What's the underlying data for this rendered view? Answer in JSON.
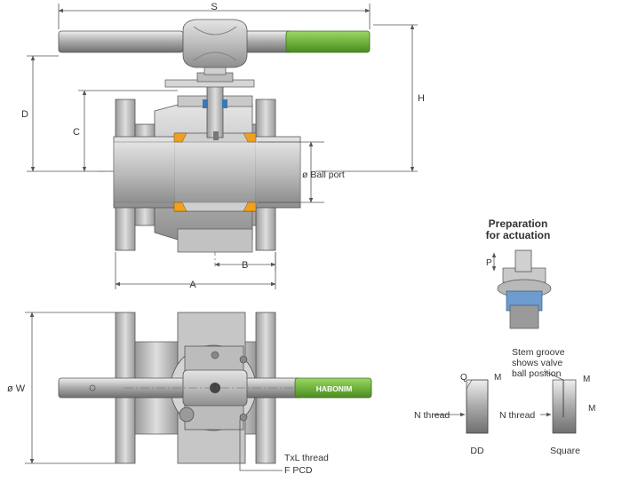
{
  "dimensions": {
    "s": "S",
    "h": "H",
    "d": "D",
    "c": "C",
    "a": "A",
    "b": "B",
    "w": "ø W",
    "ball_port": "ø Ball port"
  },
  "actuation": {
    "title_line1": "Preparation",
    "title_line2": "for actuation",
    "p": "P"
  },
  "stem_details": {
    "groove_line1": "Stem groove",
    "groove_line2": "shows valve",
    "groove_line3": "ball position",
    "q": "Q",
    "m1": "M",
    "m2": "M",
    "m3": "M",
    "n_thread_left": "N thread",
    "n_thread_right": "N thread",
    "dd": "DD",
    "square": "Square"
  },
  "bottom_view": {
    "txl_thread": "TxL thread",
    "f_pcd": "F PCD",
    "brand": "HABONIM"
  },
  "colors": {
    "handle_green": "#72b33d",
    "body_gray": "#b9b9b9",
    "seat_orange": "#f0a020",
    "stem_blue": "#3a78b5",
    "dim_line": "#555555"
  }
}
